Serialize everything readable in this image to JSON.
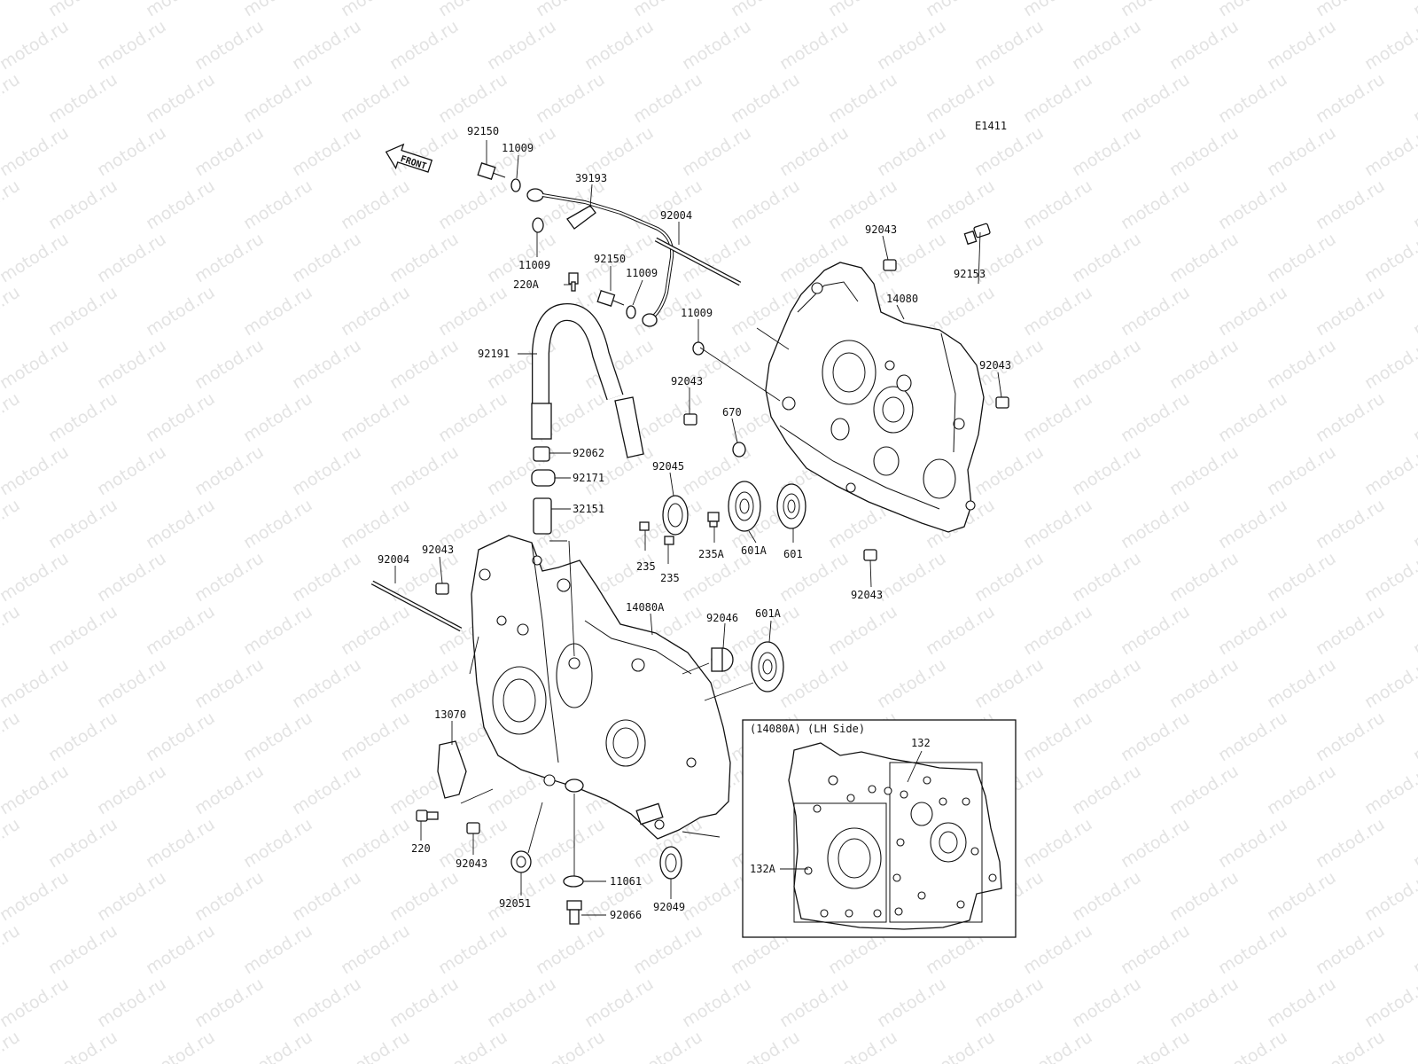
{
  "diagram_code": "E1411",
  "front_label": "FRONT",
  "watermark_text": "motod.ru",
  "inset_title": "(14080A) (LH Side)",
  "labels": {
    "p92150a": "92150",
    "p11009a": "11009",
    "p39193": "39193",
    "p11009b": "11009",
    "p92150b": "92150",
    "p220a": "220A",
    "p11009c": "11009",
    "p92004a": "92004",
    "p92043a": "92043",
    "p92153": "92153",
    "p14080": "14080",
    "p11009d": "11009",
    "p92191": "92191",
    "p92043b": "92043",
    "p92043c": "92043",
    "p670": "670",
    "p92062": "92062",
    "p92171": "92171",
    "p92045": "92045",
    "p32151": "32151",
    "p235a_1": "235",
    "p235b_1": "235",
    "p235a": "235A",
    "p601a_1": "601A",
    "p601": "601",
    "p92043d": "92043",
    "p92004b": "92004",
    "p92043e": "92043",
    "p14080a": "14080A",
    "p92046": "92046",
    "p601a_2": "601A",
    "p13070": "13070",
    "p220": "220",
    "p92043f": "92043",
    "p92051": "92051",
    "p11061": "11061",
    "p92066": "92066",
    "p92049": "92049",
    "p132": "132",
    "p132a": "132A"
  }
}
